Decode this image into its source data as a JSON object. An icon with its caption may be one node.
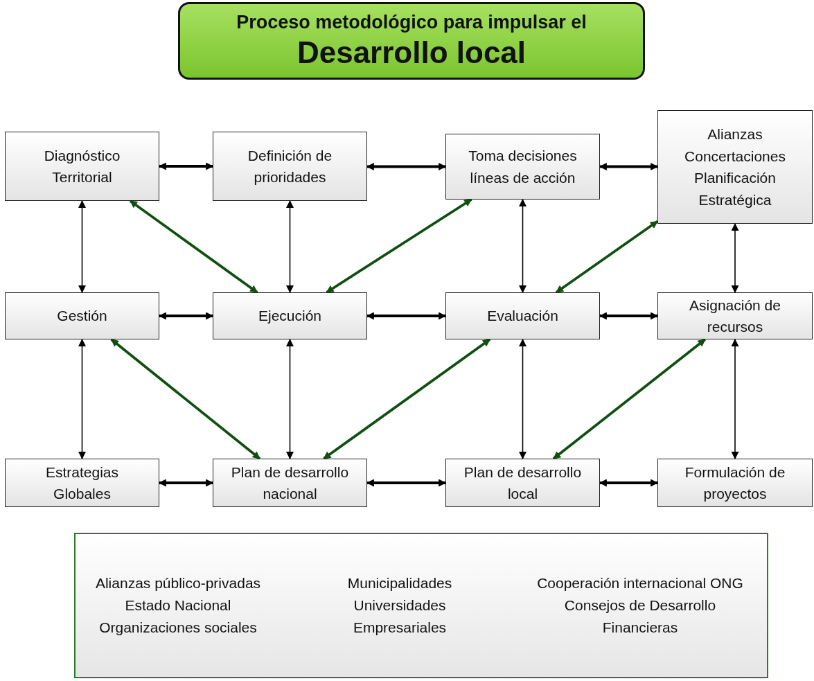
{
  "diagram": {
    "nodes": [
      {
        "text": [
          "Proceso metodológico para impulsar el",
          "Desarrollo local"
        ]
      },
      {
        "text": [
          "Diagnóstico Territorial"
        ]
      },
      {
        "text": [
          "Definición de prioridades"
        ]
      },
      {
        "text": [
          "Toma decisiones líneas de acción"
        ]
      },
      {
        "text": [
          "Alianzas",
          "Concertaciones",
          "Planificación",
          "Estratégica"
        ]
      },
      {
        "text": [
          "Gestión"
        ]
      },
      {
        "text": [
          "Ejecución"
        ]
      },
      {
        "text": [
          "Evaluación"
        ]
      },
      {
        "text": [
          "Asignación de recursos"
        ]
      },
      {
        "text": [
          "Estrategias Globales"
        ]
      },
      {
        "text": [
          "Plan de desarrollo nacional"
        ]
      },
      {
        "text": [
          "Plan de desarrollo local"
        ]
      },
      {
        "text": [
          "Formulación de proyectos"
        ]
      },
      {
        "text": [
          "Alianzas público-privadas",
          "Estado Nacional",
          "Organizaciones sociales",
          "Municipalidades",
          "Universidades",
          "Empresariales",
          "Cooperación internacional ONG",
          "Consejos de Desarrollo",
          "Financieras"
        ]
      }
    ],
    "edges": [
      {
        "from": 1,
        "to": 2,
        "arrow": "both"
      },
      {
        "from": 2,
        "to": 3,
        "arrow": "both"
      },
      {
        "from": 3,
        "to": 4,
        "arrow": "both"
      },
      {
        "from": 5,
        "to": 6,
        "arrow": "both"
      },
      {
        "from": 6,
        "to": 7,
        "arrow": "both"
      },
      {
        "from": 7,
        "to": 8,
        "arrow": "both"
      },
      {
        "from": 9,
        "to": 10,
        "arrow": "both"
      },
      {
        "from": 10,
        "to": 11,
        "arrow": "both"
      },
      {
        "from": 11,
        "to": 12,
        "arrow": "both"
      },
      {
        "from": 1,
        "to": 5,
        "arrow": "both"
      },
      {
        "from": 5,
        "to": 9,
        "arrow": "both"
      },
      {
        "from": 2,
        "to": 6,
        "arrow": "both"
      },
      {
        "from": 6,
        "to": 10,
        "arrow": "both"
      },
      {
        "from": 3,
        "to": 7,
        "arrow": "both"
      },
      {
        "from": 7,
        "to": 11,
        "arrow": "both"
      },
      {
        "from": 4,
        "to": 8,
        "arrow": "both"
      },
      {
        "from": 8,
        "to": 12,
        "arrow": "both"
      },
      {
        "from": 1,
        "to": 6,
        "arrow": "both",
        "color": "#0f4f0f"
      },
      {
        "from": 6,
        "to": 3,
        "arrow": "both",
        "color": "#0f4f0f"
      },
      {
        "from": 7,
        "to": 4,
        "arrow": "both",
        "color": "#0f4f0f"
      },
      {
        "from": 5,
        "to": 10,
        "arrow": "both",
        "color": "#0f4f0f"
      },
      {
        "from": 10,
        "to": 7,
        "arrow": "both",
        "color": "#0f4f0f"
      },
      {
        "from": 11,
        "to": 8,
        "arrow": "both",
        "color": "#0f4f0f"
      }
    ]
  }
}
